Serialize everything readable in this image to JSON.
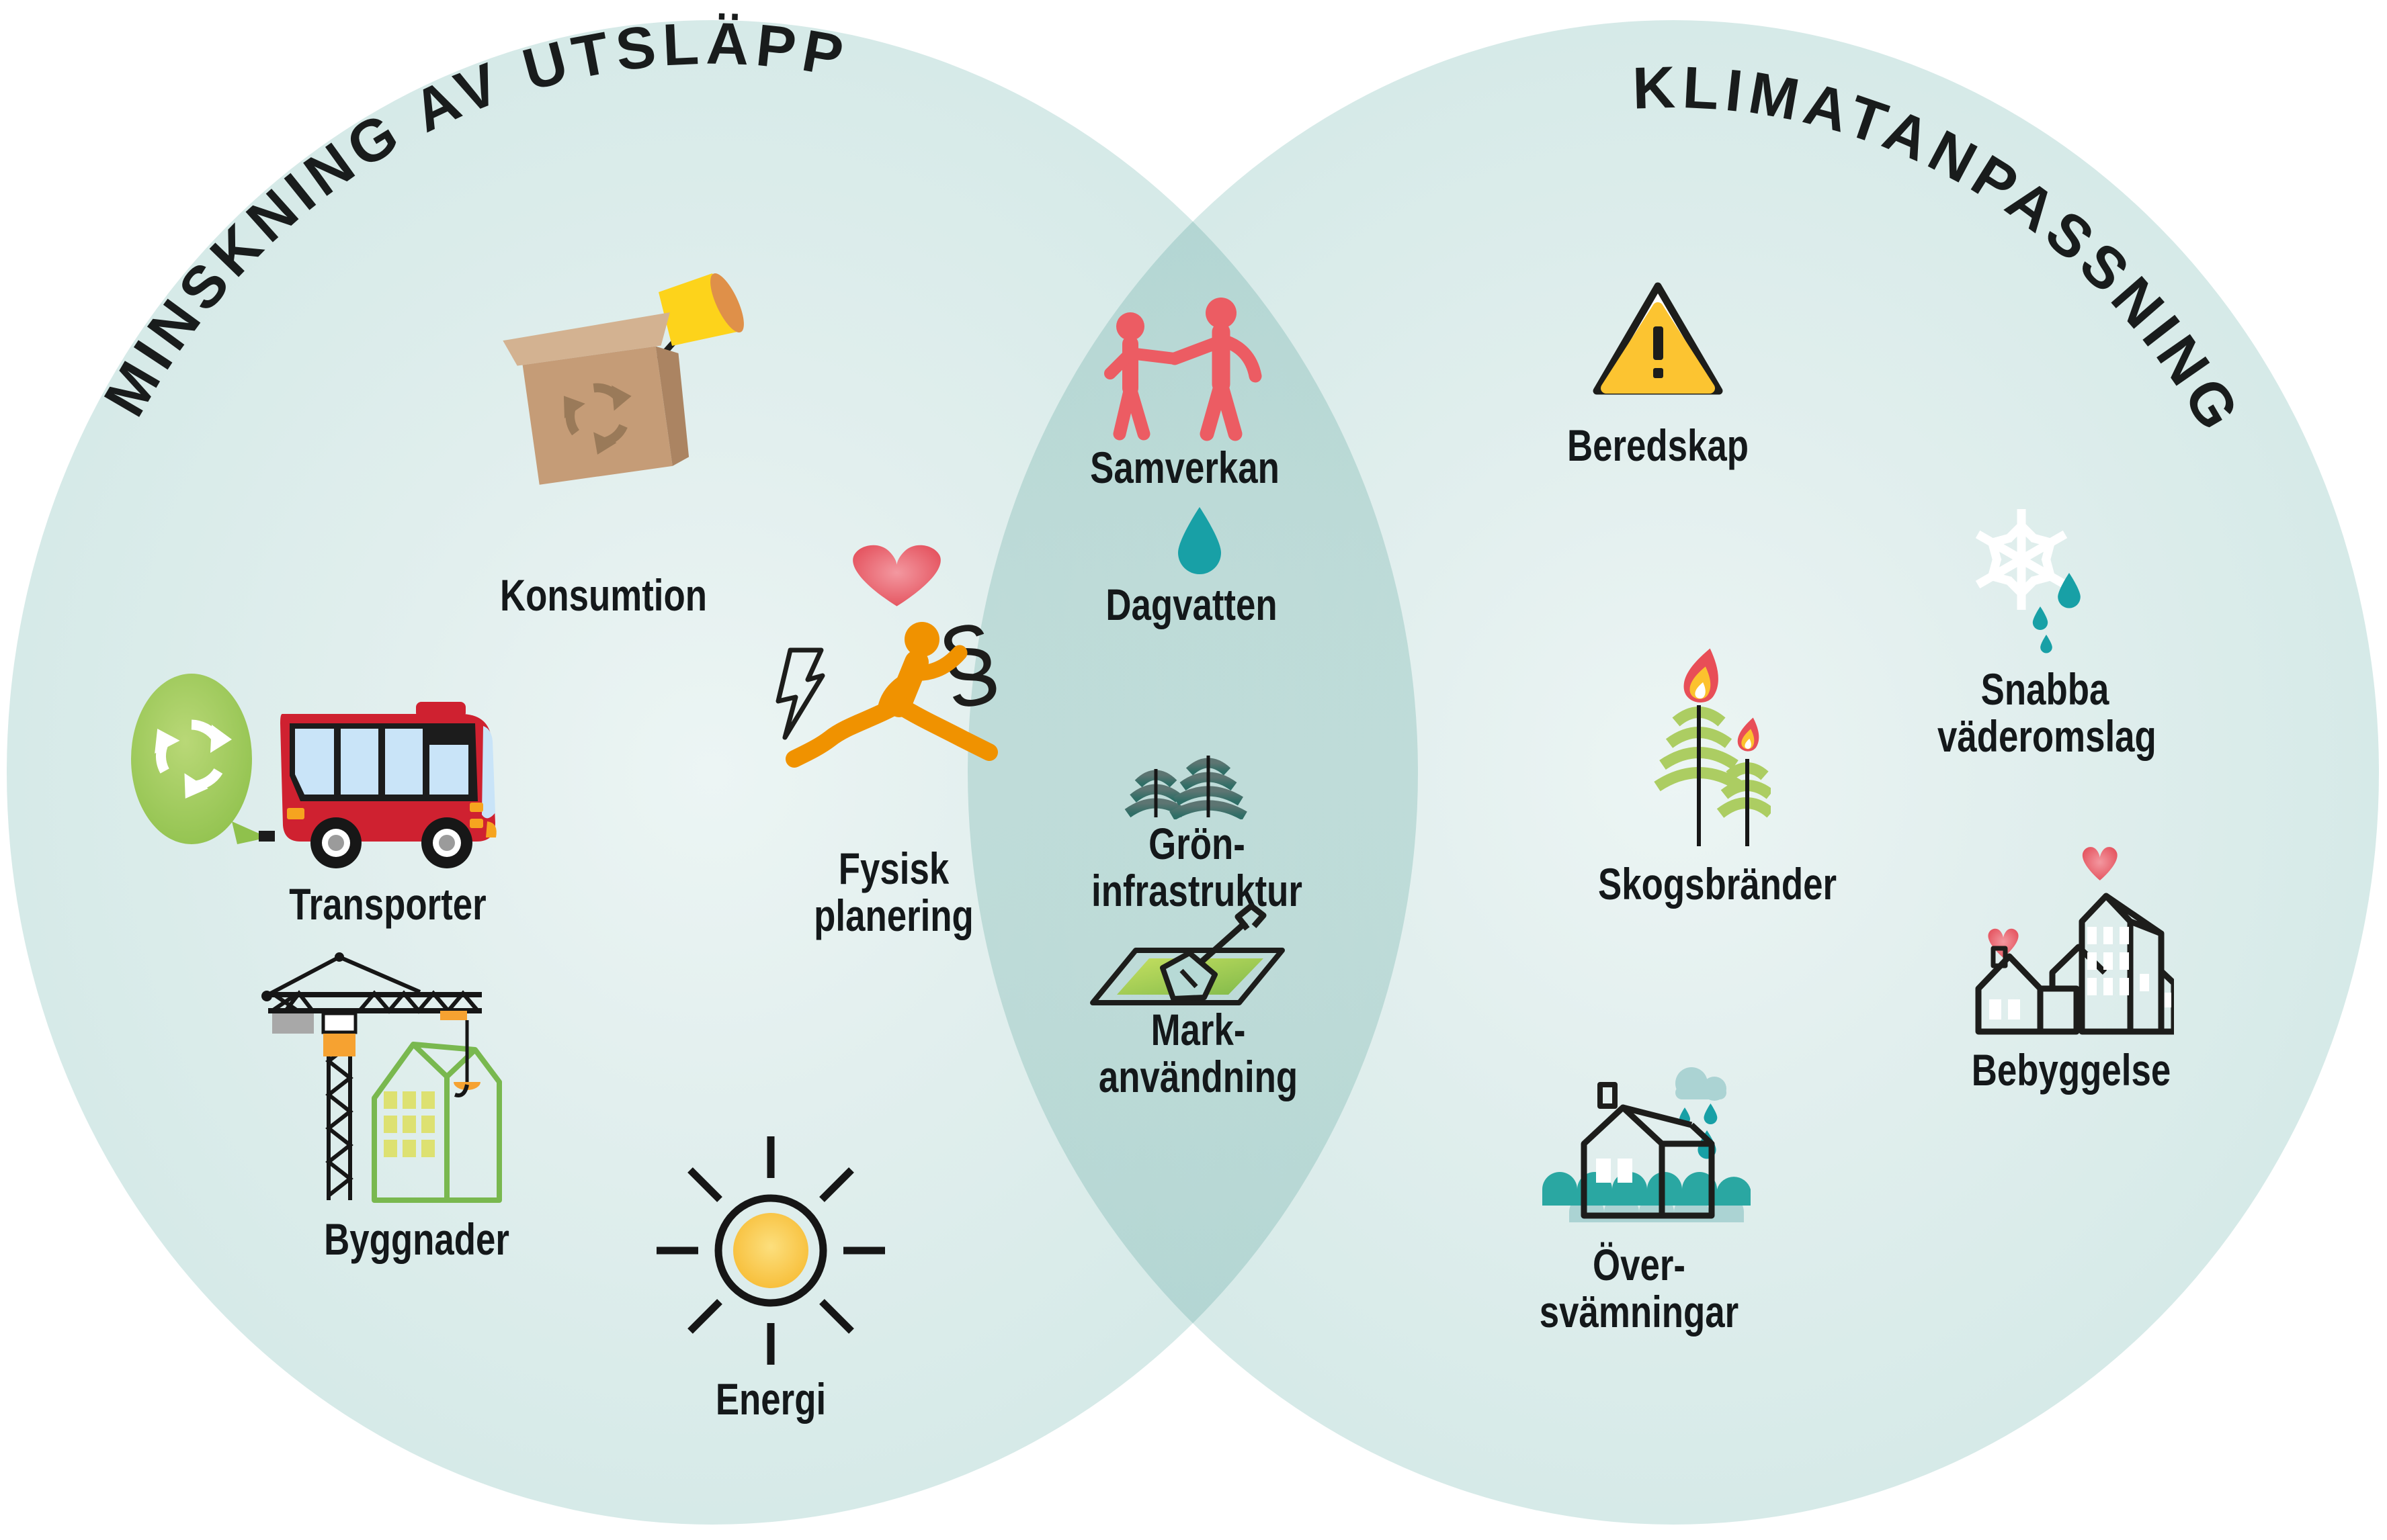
{
  "diagram": {
    "left_title": "MINSKNING AV UTSLÄPP",
    "right_title": "KLIMATANPASSNING",
    "groups": {
      "left_circle": [
        "konsumtion",
        "transporter",
        "fysisk",
        "byggnader",
        "energi"
      ],
      "overlap": [
        "samverkan",
        "dagvatten",
        "gron",
        "mark"
      ],
      "right_circle": [
        "beredskap",
        "snabba",
        "skogsbrander",
        "bebyggelse",
        "oversvamningar"
      ]
    }
  },
  "labels": {
    "konsumtion": {
      "text": "Konsumtion"
    },
    "transporter": {
      "text": "Transporter"
    },
    "fysisk": {
      "line1": "Fysisk",
      "line2": "planering"
    },
    "byggnader": {
      "text": "Byggnader"
    },
    "energi": {
      "text": "Energi"
    },
    "samverkan": {
      "text": "Samverkan"
    },
    "dagvatten": {
      "text": "Dagvatten"
    },
    "gron": {
      "line1": "Grön-",
      "line2": "infrastruktur"
    },
    "mark": {
      "line1": "Mark-",
      "line2": "användning"
    },
    "beredskap": {
      "text": "Beredskap"
    },
    "snabba": {
      "line1": "Snabba",
      "line2": "väderomslag"
    },
    "skogsbrander": {
      "text": "Skogsbränder"
    },
    "bebyggelse": {
      "text": "Bebyggelse"
    },
    "oversvamningar": {
      "line1": "Över-",
      "line2": "svämningar"
    }
  },
  "icons": {
    "paragraph_sign": "§",
    "konsumtion": "recycling-box-and-lamp",
    "transporter": "bus-with-eco-exhaust-bubble",
    "fysisk": "runner-heart-lightning-paragraph",
    "byggnader": "construction-crane-and-building",
    "energi": "sun",
    "samverkan": "people-shaking-hands",
    "dagvatten": "water-drop",
    "gron": "fir-trees",
    "mark": "map-with-shovel",
    "beredskap": "warning-triangle",
    "snabba": "snowflake-with-raindrops",
    "skogsbrander": "burning-trees",
    "bebyggelse": "buildings-with-hearts",
    "oversvamningar": "flooded-house-with-rain-cloud"
  },
  "colors": {
    "circle_fill": "#d6eae8",
    "overlap_fill": "#b3d7d3",
    "text_black": "#14181a",
    "teal": "#18a0a6",
    "coral": "#ec5c63",
    "orange": "#f09200",
    "bus_red": "#cf2130",
    "warning_yellow": "#fcc431",
    "lamp_yellow": "#fdd31b",
    "eco_green": "#8fc14c",
    "light_tree_green": "#accd62",
    "dark_tree_green": "#2f6e66",
    "building_green": "#79b84f",
    "window_yellow_green": "#dde171",
    "cardboard_tan": "#c59c77",
    "crane_orange": "#f6a231",
    "sun_gold": "#f7ba30",
    "wave_teal": "#2aa7a2",
    "pale_teal": "#abd3d3"
  }
}
